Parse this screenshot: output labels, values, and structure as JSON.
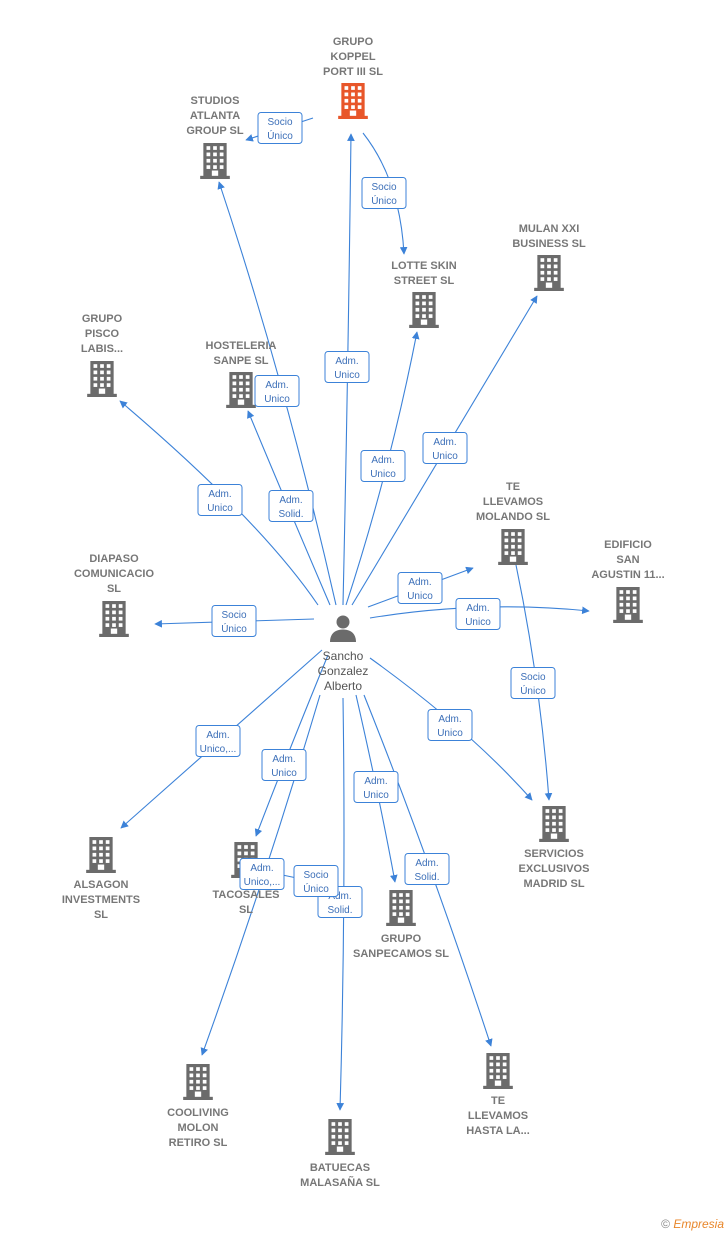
{
  "colors": {
    "edge": "#3c82d8",
    "building": "#6b6b6b",
    "highlight": "#e8562a",
    "person": "#6b6b6b"
  },
  "center": {
    "id": "sancho",
    "label": [
      "Sancho",
      "Gonzalez",
      "Alberto"
    ]
  },
  "nodes": [
    {
      "id": "koppel",
      "label": [
        "GRUPO",
        "KOPPEL",
        "PORT III  SL"
      ],
      "highlight": true
    },
    {
      "id": "atlanta",
      "label": [
        "STUDIOS",
        "ATLANTA",
        "GROUP  SL"
      ]
    },
    {
      "id": "lotte",
      "label": [
        "LOTTE SKIN",
        "STREET  SL"
      ]
    },
    {
      "id": "mulan",
      "label": [
        "MULAN XXI",
        "BUSINESS  SL"
      ]
    },
    {
      "id": "pisco",
      "label": [
        "GRUPO",
        "PISCO",
        "LABIS..."
      ]
    },
    {
      "id": "sanpe",
      "label": [
        "HOSTELERIA",
        "SANPE  SL"
      ]
    },
    {
      "id": "molando",
      "label": [
        "TE",
        "LLEVAMOS",
        "MOLANDO  SL"
      ]
    },
    {
      "id": "agustin",
      "label": [
        "EDIFICIO",
        "SAN",
        "AGUSTIN 11..."
      ]
    },
    {
      "id": "diapaso",
      "label": [
        "DIAPASO",
        "COMUNICACIO",
        "SL"
      ]
    },
    {
      "id": "alsagon",
      "label": [
        "ALSAGON",
        "INVESTMENTS",
        "SL"
      ]
    },
    {
      "id": "tacosales",
      "label": [
        "TACOSALES",
        "SL"
      ]
    },
    {
      "id": "sanpecamos",
      "label": [
        "GRUPO",
        "SANPECAMOS SL"
      ]
    },
    {
      "id": "exclusivos",
      "label": [
        "SERVICIOS",
        "EXCLUSIVOS",
        "MADRID  SL"
      ]
    },
    {
      "id": "cooliving",
      "label": [
        "COOLIVING",
        "MOLON",
        "RETIRO  SL"
      ]
    },
    {
      "id": "batuecas",
      "label": [
        "BATUECAS",
        "MALASAÑA  SL"
      ]
    },
    {
      "id": "hastala",
      "label": [
        "TE",
        "LLEVAMOS",
        "HASTA LA..."
      ]
    }
  ],
  "edges": [
    {
      "from": "koppel",
      "to": "atlanta",
      "label": [
        "Socio",
        "Único"
      ]
    },
    {
      "from": "koppel",
      "to": "lotte",
      "label": [
        "Socio",
        "Único"
      ]
    },
    {
      "from": "sancho",
      "to": "koppel",
      "label": [
        "Adm.",
        "Unico"
      ]
    },
    {
      "from": "sancho",
      "to": "atlanta",
      "label": [
        "Adm.",
        "Solid."
      ]
    },
    {
      "from": "sancho",
      "to": "lotte",
      "label": [
        "Adm.",
        "Unico"
      ]
    },
    {
      "from": "sancho",
      "to": "mulan",
      "label": [
        "Adm.",
        "Unico"
      ]
    },
    {
      "from": "sancho",
      "to": "pisco",
      "label": [
        "Adm.",
        "Unico"
      ]
    },
    {
      "from": "sancho",
      "to": "sanpe",
      "label": [
        "Adm.",
        "Unico"
      ]
    },
    {
      "from": "sancho",
      "to": "molando",
      "label": [
        "Adm.",
        "Unico"
      ]
    },
    {
      "from": "sancho",
      "to": "agustin",
      "label": [
        "Adm.",
        "Unico"
      ]
    },
    {
      "from": "sancho",
      "to": "diapaso",
      "label": [
        "Socio",
        "Único"
      ]
    },
    {
      "from": "sancho",
      "to": "alsagon",
      "label": [
        "Adm.",
        "Unico,..."
      ]
    },
    {
      "from": "sancho",
      "to": "tacosales",
      "label": [
        "Adm.",
        "Unico"
      ]
    },
    {
      "from": "sancho",
      "to": "cooliving",
      "label": [
        "Adm.",
        "Unico,..."
      ]
    },
    {
      "from": "sancho",
      "to": "batuecas",
      "label": [
        "Adm.",
        "Solid."
      ]
    },
    {
      "from": "sancho",
      "to": "sanpecamos",
      "label": [
        "Adm.",
        "Unico"
      ]
    },
    {
      "from": "sancho",
      "to": "hastala",
      "label": [
        "Adm.",
        "Solid."
      ]
    },
    {
      "from": "sancho",
      "to": "exclusivos",
      "label": [
        "Adm.",
        "Unico"
      ]
    },
    {
      "from": "molando",
      "to": "exclusivos",
      "label": [
        "Socio",
        "Único"
      ]
    },
    {
      "from": "tacosales",
      "to": "batuecas",
      "label": [
        "Socio",
        "Único"
      ]
    }
  ],
  "footer": {
    "copyright": "©",
    "brand": "Empresia"
  }
}
